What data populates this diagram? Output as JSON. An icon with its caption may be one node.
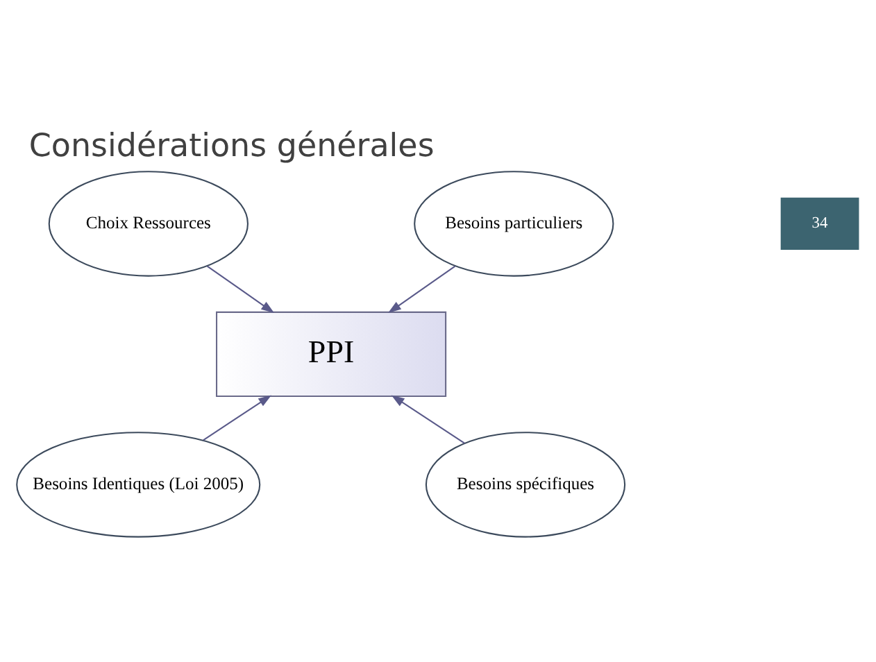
{
  "diagram": {
    "title": "Considérations générales",
    "nodes": [
      {
        "text": [
          "Choix Ressources"
        ]
      },
      {
        "text": [
          "Besoins particuliers"
        ]
      },
      {
        "text": [
          "PPI"
        ]
      },
      {
        "text": [
          "Besoins Identiques (Loi 2005)"
        ]
      },
      {
        "text": [
          "Besoins spécifiques"
        ]
      }
    ],
    "edges": [
      {
        "from": 0,
        "to": 2,
        "arrow": "to"
      },
      {
        "from": 1,
        "to": 2,
        "arrow": "to"
      },
      {
        "from": 3,
        "to": 2,
        "arrow": "to"
      },
      {
        "from": 4,
        "to": 2,
        "arrow": "to"
      }
    ],
    "labels": [
      "34"
    ]
  }
}
